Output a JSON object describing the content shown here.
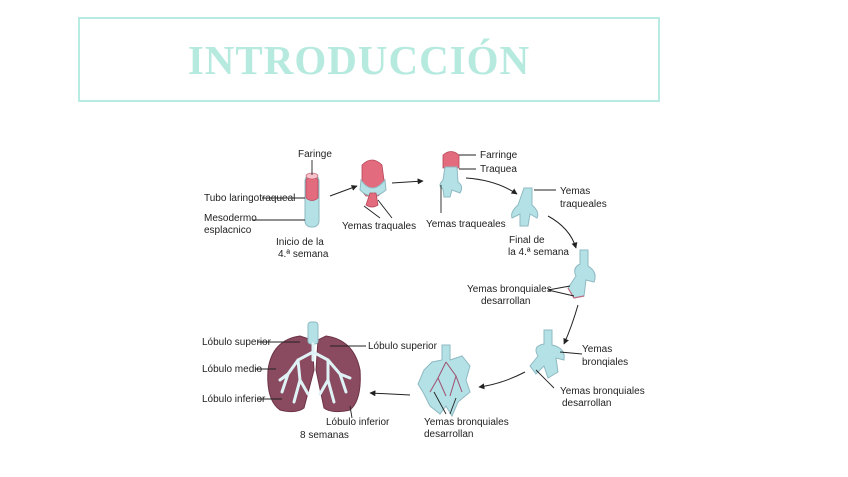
{
  "title": "INTRODUCCIÓN",
  "labels": {
    "faringe_1": "Faringe",
    "tubo": "Tubo laringotraqueal",
    "mesodermo_1": "Mesodermo",
    "mesodermo_2": "esplacnico",
    "inicio_1": "Inicio de la",
    "inicio_2": "4.ª semana",
    "yemas_traquales": "Yemas traquales",
    "faringe_2": "Farringe",
    "traquea": "Traquea",
    "yemas_traqueales_1": "Yemas traqueales",
    "yemas_traqueales_2a": "Yemas",
    "yemas_traqueales_2b": "traqueales",
    "final_1": "Final de",
    "final_2": "la 4.ª semana",
    "bronq_des_1a": "Yemas bronquiales",
    "bronq_des_1b": "desarrollan",
    "yemas_bronq_a": "Yemas",
    "yemas_bronq_b": "bronqiales",
    "bronq_des_2a": "Yemas  bronquiales",
    "bronq_des_2b": "desarrollan",
    "bronq_des_3a": "Yemas bronquiales",
    "bronq_des_3b": "desarrollan",
    "lobulo_sup_left": "Lóbulo superior",
    "lobulo_medio": "Lóbulo medio",
    "lobulo_inf_left": "Lóbulo inferior",
    "lobulo_sup_right": "Lóbulo superior",
    "lobulo_inf_bottom": "Lóbulo  inferior",
    "ocho_semanas": "8 semanas"
  },
  "colors": {
    "title": "#b6eadf",
    "bud": "#b3e1e6",
    "pink": "#e26b7e",
    "lung": "#8a4a5f"
  }
}
